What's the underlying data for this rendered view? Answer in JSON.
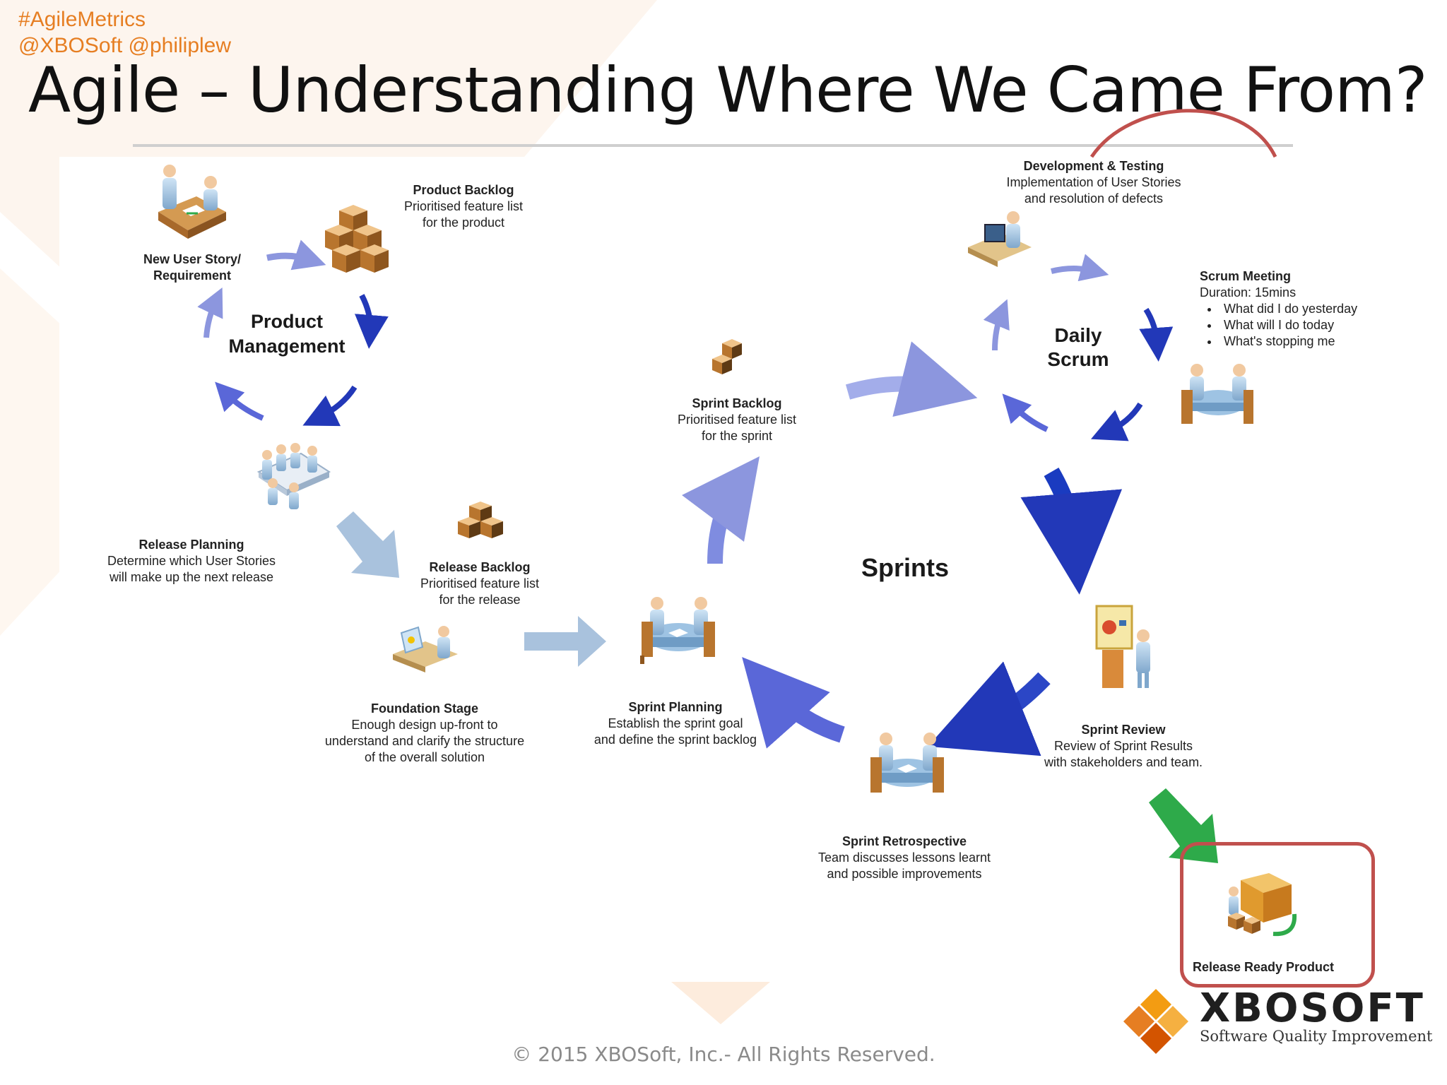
{
  "header": {
    "hashtag": "#AgileMetrics",
    "handles": "@XBOSoft @philiplew",
    "title": "Agile – Understanding Where We Came From?"
  },
  "cycles": {
    "product": "Product Management",
    "daily": "Daily Scrum",
    "sprints": "Sprints"
  },
  "nodes": {
    "new_story": {
      "title": "New User Story/ Requirement"
    },
    "product_backlog": {
      "title": "Product Backlog",
      "line1": "Prioritised feature list",
      "line2": "for the product"
    },
    "release_planning": {
      "title": "Release Planning",
      "line1": "Determine which User Stories",
      "line2": "will make up the next release"
    },
    "release_backlog": {
      "title": "Release Backlog",
      "line1": "Prioritised feature list",
      "line2": "for the release"
    },
    "foundation": {
      "title": "Foundation Stage",
      "line1": "Enough design up-front to",
      "line2": "understand and clarify the structure",
      "line3": "of the overall solution"
    },
    "sprint_planning": {
      "title": "Sprint Planning",
      "line1": "Establish the sprint goal",
      "line2": "and define the sprint backlog"
    },
    "sprint_backlog": {
      "title": "Sprint Backlog",
      "line1": "Prioritised feature list",
      "line2": "for the sprint"
    },
    "dev_testing": {
      "title": "Development & Testing",
      "line1": "Implementation of User Stories",
      "line2": "and resolution of defects"
    },
    "scrum_meeting": {
      "title": "Scrum Meeting",
      "duration": "Duration: 15mins",
      "bullets": [
        "What did I do yesterday",
        "What will I do today",
        "What's stopping me"
      ]
    },
    "sprint_review": {
      "title": "Sprint Review",
      "line1": "Review of Sprint Results",
      "line2": "with stakeholders and team."
    },
    "sprint_retro": {
      "title": "Sprint Retrospective",
      "line1": "Team discusses lessons learnt",
      "line2": "and possible improvements"
    },
    "release_ready": {
      "title": "Release Ready Product"
    }
  },
  "footer": {
    "copyright": "© 2015 XBOSoft, Inc.- All Rights Reserved.",
    "logo_word": "XBOSOFT",
    "logo_tagline": "Software Quality Improvement"
  },
  "colors": {
    "accent_orange": "#E67E22",
    "highlight_red": "#C0504D",
    "arrow_blue_dark": "#2238B8",
    "arrow_blue_mid": "#5A67D8",
    "arrow_blue_light": "#A9C2DD",
    "arrow_green": "#2EAA4A"
  },
  "icons": [
    "meeting-people-icon",
    "boxes-icon",
    "conference-table-icon",
    "designer-desk-icon",
    "developer-computer-icon",
    "presenter-board-icon",
    "delivery-truck-icon"
  ]
}
